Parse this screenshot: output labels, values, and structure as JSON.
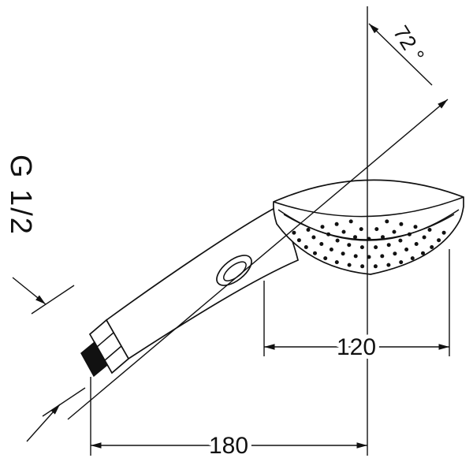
{
  "drawing": {
    "type": "technical-dimension-drawing",
    "subject": "hand-shower"
  },
  "labels": {
    "angle": "72 °",
    "thread": "G 1/2",
    "width": "120",
    "length": "180"
  },
  "colors": {
    "line": "#111111",
    "background": "#ffffff"
  }
}
